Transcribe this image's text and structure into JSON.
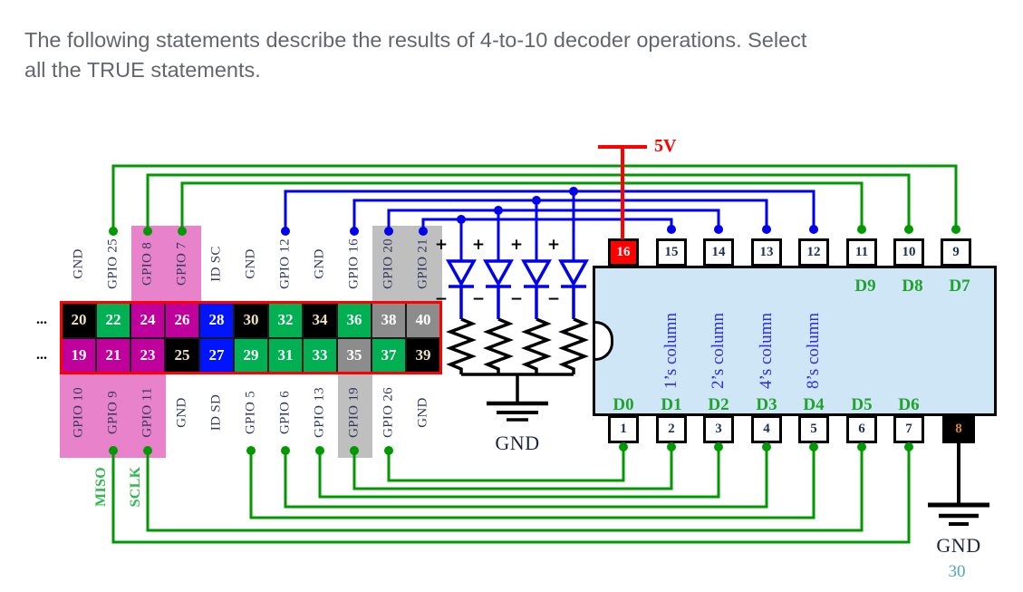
{
  "question": {
    "line1": "The following statements describe the results of 4-to-10 decoder operations. Select",
    "line2": "all the TRUE statements."
  },
  "gpio_header": {
    "ellipsis": "...",
    "top_labels": [
      "GND",
      "GPIO 25",
      "GPIO 8",
      "GPIO 7",
      "ID SC",
      "GND",
      "GPIO 12",
      "GND",
      "GPIO 16",
      "GPIO 20",
      "GPIO 21"
    ],
    "bottom_labels": [
      "GPIO 10",
      "GPIO 9",
      "GPIO 11",
      "GND",
      "ID SD",
      "GPIO 5",
      "GPIO 6",
      "GPIO 13",
      "GPIO 19",
      "GPIO 26",
      "GND"
    ],
    "top_row": [
      {
        "num": "20",
        "color": "black"
      },
      {
        "num": "22",
        "color": "green"
      },
      {
        "num": "24",
        "color": "magenta"
      },
      {
        "num": "26",
        "color": "magenta"
      },
      {
        "num": "28",
        "color": "blue"
      },
      {
        "num": "30",
        "color": "black"
      },
      {
        "num": "32",
        "color": "green"
      },
      {
        "num": "34",
        "color": "black"
      },
      {
        "num": "36",
        "color": "green"
      },
      {
        "num": "38",
        "color": "gray"
      },
      {
        "num": "40",
        "color": "gray"
      }
    ],
    "bottom_row": [
      {
        "num": "19",
        "color": "magenta"
      },
      {
        "num": "21",
        "color": "magenta"
      },
      {
        "num": "23",
        "color": "magenta"
      },
      {
        "num": "25",
        "color": "black"
      },
      {
        "num": "27",
        "color": "blue"
      },
      {
        "num": "29",
        "color": "green"
      },
      {
        "num": "31",
        "color": "green"
      },
      {
        "num": "33",
        "color": "green"
      },
      {
        "num": "35",
        "color": "gray"
      },
      {
        "num": "37",
        "color": "green"
      },
      {
        "num": "39",
        "color": "black"
      }
    ],
    "miso": "MISO",
    "sclk": "SCLK"
  },
  "power": {
    "label": "5V"
  },
  "symbols": {
    "plus": "+",
    "minus": "−"
  },
  "led_bank": {
    "gnd": "GND"
  },
  "decoder": {
    "top_pins": [
      {
        "num": "16",
        "variant": "power"
      },
      {
        "num": "15"
      },
      {
        "num": "14"
      },
      {
        "num": "13"
      },
      {
        "num": "12"
      },
      {
        "num": "11"
      },
      {
        "num": "10"
      },
      {
        "num": "9"
      }
    ],
    "bottom_pins": [
      {
        "num": "1"
      },
      {
        "num": "2"
      },
      {
        "num": "3"
      },
      {
        "num": "4"
      },
      {
        "num": "5"
      },
      {
        "num": "6"
      },
      {
        "num": "7"
      },
      {
        "num": "8",
        "variant": "ground"
      }
    ],
    "top_d_labels": [
      "D9",
      "D8",
      "D7"
    ],
    "bottom_d_labels": [
      "D0",
      "D1",
      "D2",
      "D3",
      "D4",
      "D5",
      "D6"
    ],
    "column_labels": [
      "1’s column",
      "2’s column",
      "4’s column",
      "8’s column"
    ],
    "gnd": "GND"
  },
  "page_number": "30",
  "colors": {
    "wire_green": "#009900",
    "wire_blue": "#0000ee",
    "wire_red": "#fe0000",
    "cell_green": "#00b052",
    "cell_magenta": "#c0009c",
    "cell_blue": "#0014fe",
    "cell_gray": "#8c8c8c",
    "cell_black": "#000000",
    "highlight_pink": "#e883cb",
    "highlight_gray": "#bfbfbf",
    "chip_fill": "#cfe6f7",
    "d_label_green": "#1fa32c",
    "column_label_blue": "#2a2ae8",
    "spi_label_green": "#2eb84e",
    "page_number_blue": "#4fa3c8",
    "question_gray": "#63666b"
  }
}
